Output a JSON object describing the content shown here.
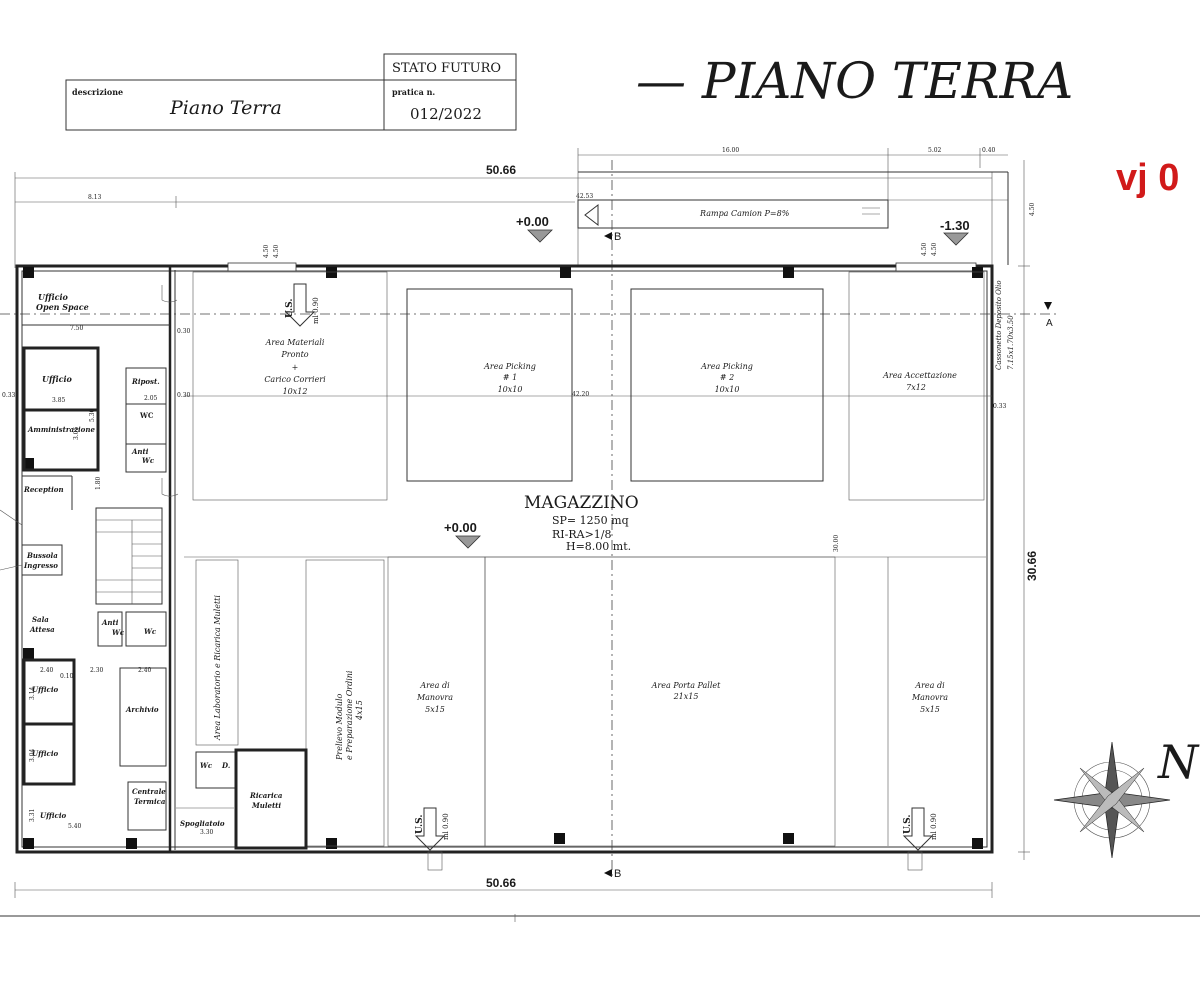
{
  "title_block": {
    "status": "STATO FUTURO",
    "desc_label": "descrizione",
    "desc_value": "Piano Terra",
    "pratica_label": "pratica n.",
    "pratica_value": "012/2022"
  },
  "drawing_title": "—  PIANO  TERRA",
  "stamp": "vj 0",
  "north": "N",
  "dims": {
    "width_top": "50.66",
    "width_bottom": "50.66",
    "depth": "30.66",
    "left_seg": "8.13",
    "ramp_len": "16.00",
    "ramp_end": "5.02",
    "ramp_tail": "0.40",
    "ramp_mark": "42.53",
    "inner_len": "42.20",
    "inner_h": "30.00",
    "right_top": "4.50",
    "m033a": "0.33",
    "m033b": "0.33",
    "m030a": "0.30",
    "m030b": "0.30",
    "d450a": "4.50",
    "d450b": "4.50",
    "d450c": "4.50",
    "d450d": "4.50"
  },
  "levels": {
    "yard": "+0.00",
    "ramp": "-1.30",
    "floor": "+0.00"
  },
  "ramp_label": "Rampa Camion P=8%",
  "section_marks": {
    "b_top": "B",
    "b_bottom": "B",
    "a_right": "A"
  },
  "warehouse": {
    "name": "MAGAZZINO",
    "sp": "SP= 1250 mq",
    "ri": "RI-RA>1/8",
    "h": "H=8.00 mt."
  },
  "areas": {
    "materiali": [
      "Area Materiali",
      "Pronto",
      "+",
      "Carico Corrieri",
      "10x12"
    ],
    "picking1": [
      "Area Picking",
      "# 1",
      "10x10"
    ],
    "picking2": [
      "Area Picking",
      "# 2",
      "10x10"
    ],
    "accettazione": [
      "Area Accettazione",
      "7x12"
    ],
    "cassonetto": [
      "Cassonetto Deposito Olio",
      "7.15x1.70x3.50"
    ],
    "manovra1": [
      "Area di",
      "Manovra",
      "5x15"
    ],
    "manovra2": [
      "Area di",
      "Manovra",
      "5x15"
    ],
    "porta_pallet": [
      "Area Porta Pallet",
      "21x15"
    ],
    "prelievo": [
      "Prelievo Modulo",
      "e Preparazione Ordini",
      "4x15"
    ],
    "laboratorio": "Area Laboratorio e Ricarica Muletti"
  },
  "offices": {
    "open_space": [
      "Ufficio",
      "Open Space"
    ],
    "ufficio1": "Ufficio",
    "amministrazione": "Amministrazione",
    "ripost": "Ripost.",
    "wc1": "WC",
    "anti_wc1": [
      "Anti",
      "Wc"
    ],
    "reception": "Reception",
    "bussola": [
      "Bussola",
      "Ingresso"
    ],
    "sala_attesa": [
      "Sala",
      "Attesa"
    ],
    "anti_wc2": [
      "Anti",
      "Wc"
    ],
    "wc2": "Wc",
    "ufficio2": "Ufficio",
    "archivio": "Archivio",
    "ufficio3": "Ufficio",
    "ufficio4": "Ufficio",
    "centrale": [
      "Centrale",
      "Termica"
    ],
    "spogliatoio": "Spogliatoio",
    "ricarica": [
      "Ricarica",
      "Muletti"
    ],
    "wc3": "Wc",
    "d_room": "D."
  },
  "office_dims": {
    "o750": "7.50",
    "o385": "3.85",
    "o205": "2.05",
    "o530": "5.30",
    "o305": "3.05",
    "o180": "1.80",
    "o240a": "2.40",
    "o230": "2.30",
    "o240b": "2.40",
    "o314": "3.14",
    "o304": "3.04",
    "o331": "3.31",
    "o540": "5.40",
    "o330": "3.30",
    "o010": "0.10"
  },
  "us_label": "U.S.",
  "us_dim": "ml 0.90"
}
